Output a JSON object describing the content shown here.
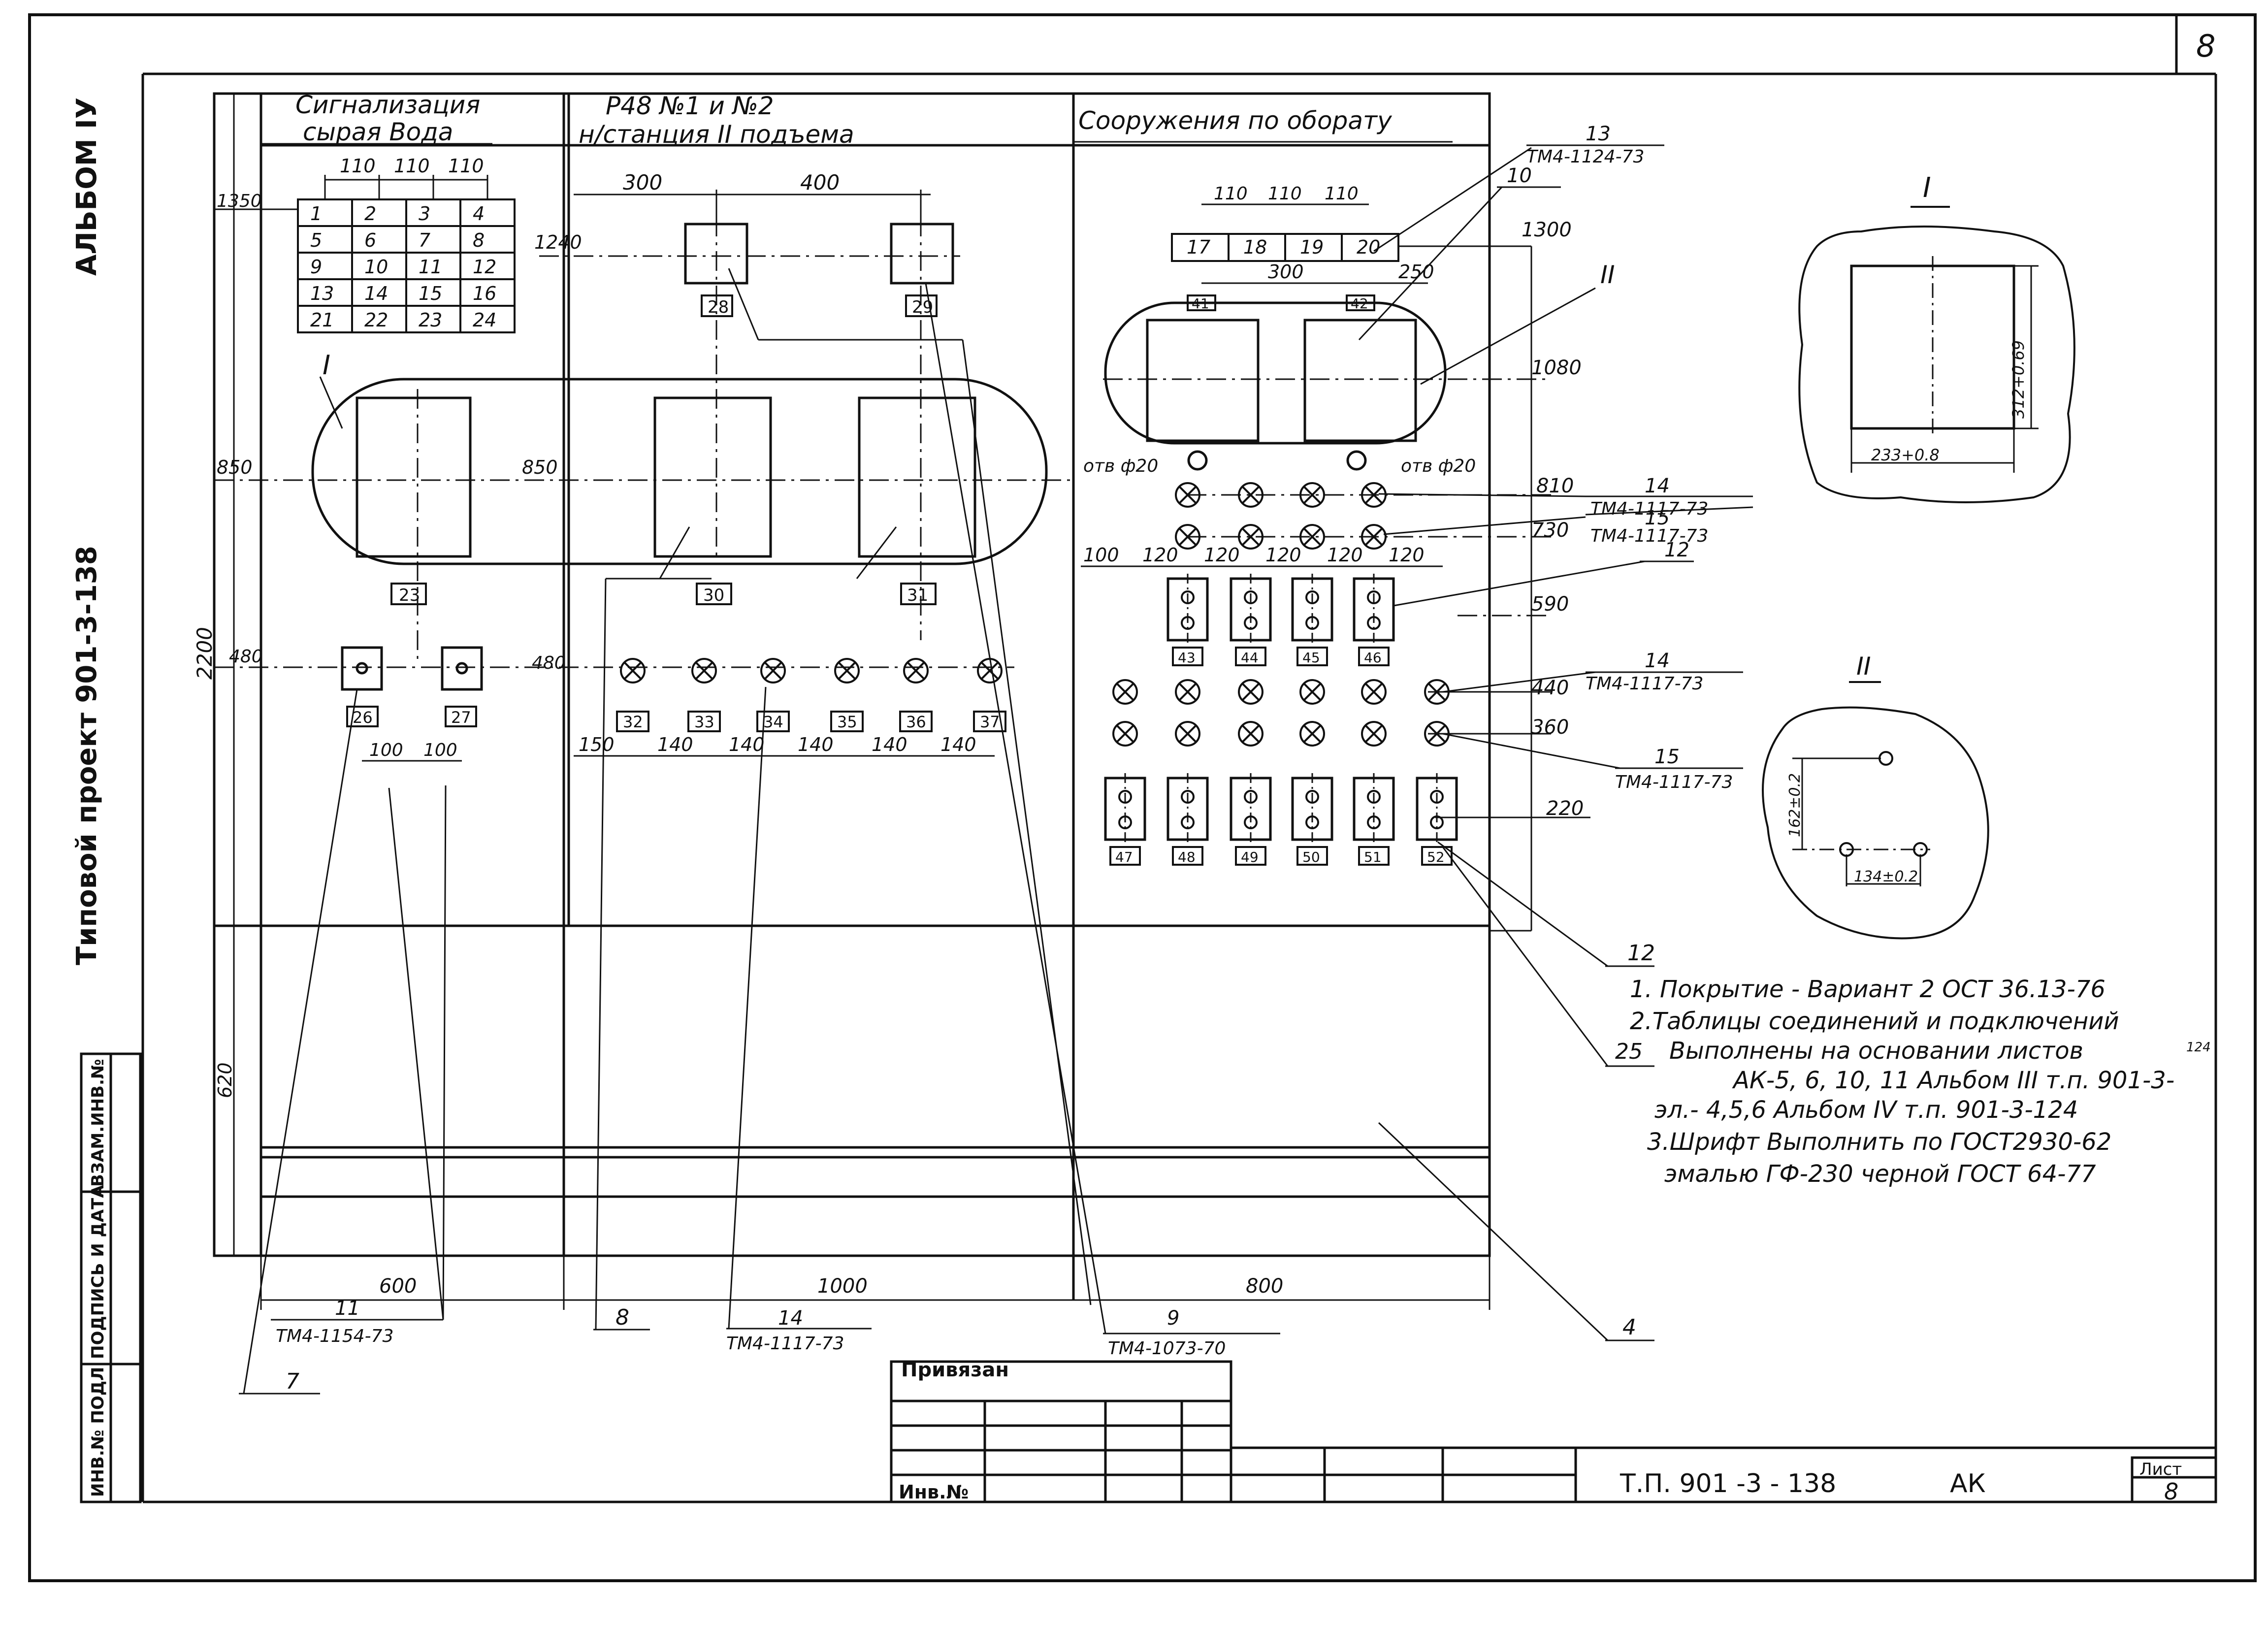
{
  "sheet_number_corner": "8",
  "side": {
    "album": "АЛЬБОМ IУ",
    "project": "Типовой проект 901-3-138",
    "stamp_cells": [
      "ИНВ.№ ПОДЛ",
      "ПОДПИСЬ И ДАТА",
      "ВЗАМ.ИНВ.№"
    ]
  },
  "headers": {
    "col1_line1": "Сигнализация",
    "col1_line2": "сырая Вода",
    "col2_line1": "Р48 №1 и №2",
    "col2_line2": "н/станция II подъема",
    "col3_line1": "Сооружения по оборату"
  },
  "terminal_grid": [
    "1",
    "2",
    "3",
    "4",
    "5",
    "6",
    "7",
    "8",
    "9",
    "10",
    "11",
    "12",
    "13",
    "14",
    "15",
    "16",
    "21",
    "22",
    "23",
    "24"
  ],
  "grid_dims": [
    "110",
    "110",
    "110"
  ],
  "row_dims": {
    "left_1350": "1350",
    "left_1240": "1240",
    "left_850": "850",
    "mid_850": "850",
    "left_480": "480",
    "mid_480": "480",
    "vert_2200": "2200",
    "vert_620": "620"
  },
  "top_dims": {
    "d300": "300",
    "d400": "400"
  },
  "col3_terminals": [
    "17",
    "18",
    "19",
    "20"
  ],
  "col3_dims": {
    "d110a": "110",
    "d110b": "110",
    "d110c": "110",
    "d300": "300",
    "d250": "250",
    "r1300": "1300",
    "r1080": "1080",
    "r810": "810",
    "r730": "730",
    "r590": "590",
    "r440": "440",
    "r360": "360",
    "r220": "220"
  },
  "spacing_120": [
    "100",
    "120",
    "120",
    "120",
    "120",
    "120"
  ],
  "bottom_spacing_140": [
    "150",
    "140",
    "140",
    "140",
    "140",
    "140"
  ],
  "spacing_100": [
    "100",
    "100"
  ],
  "labels": {
    "l23": "23",
    "l25": "25",
    "l26": "26",
    "l27": "27",
    "l28": "28",
    "l29": "29",
    "l30": "30",
    "l31": "31",
    "l32": "32",
    "l33": "33",
    "l34": "34",
    "l35": "35",
    "l36": "36",
    "l37": "37",
    "l41": "41",
    "l42": "42",
    "l43": "43",
    "l44": "44",
    "l45": "45",
    "l46": "46",
    "l47": "47",
    "l48": "48",
    "l49": "49",
    "l50": "50",
    "l51": "51",
    "l52": "52"
  },
  "holes": {
    "h_left": "отв ф20",
    "h_right": "отв ф20"
  },
  "roman": {
    "I": "I",
    "II": "II"
  },
  "callouts": {
    "c13": "13",
    "c13_doc": "ТМ4-1124-73",
    "c10": "10",
    "c14a": "14",
    "c14a_doc": "ТМ4-1117-73",
    "c15a": "15",
    "c15a_doc": "ТМ4-1117-73",
    "c12a": "12",
    "c14b": "14",
    "c14b_doc": "ТМ4-1117-73",
    "c15b": "15",
    "c15b_doc": "ТМ4-1117-73",
    "c12b": "12",
    "c25": "25",
    "c4": "4",
    "c11": "11",
    "c11_doc": "ТМ4-1154-73",
    "c7": "7",
    "c8": "8",
    "c14c": "14",
    "c14c_doc": "ТМ4-1117-73",
    "c9": "9",
    "c9_doc": "ТМ4-1073-70"
  },
  "bottom_widths": {
    "w600": "600",
    "w1000": "1000",
    "w800": "800"
  },
  "detail1": {
    "title": "I",
    "h": "312+0.69",
    "w": "233+0.8"
  },
  "detail2": {
    "title": "II",
    "h": "162±0.2",
    "w": "134±0.2"
  },
  "notes": [
    "1. Покрытие - Вариант 2 ОСТ 36.13-76",
    "2.Таблицы соединений и подключений",
    "Выполнены на основании листов",
    "АК-5, 6, 10, 11 Альбом III т.п. 901-3-",
    "эл.- 4,5,6 Альбом IV т.п. 901-3-124",
    "3.Шрифт Выполнить по ГОСТ2930-62",
    "эмалью ГФ-230 черной ГОСТ 64-77"
  ],
  "note_superscript": "124",
  "title_block": {
    "bound": "Привязан",
    "inv": "Инв.№",
    "doc_code": "Т.П. 901 -3 - 138",
    "mark": "АК",
    "sheet_label": "Лист",
    "sheet_no": "8"
  }
}
